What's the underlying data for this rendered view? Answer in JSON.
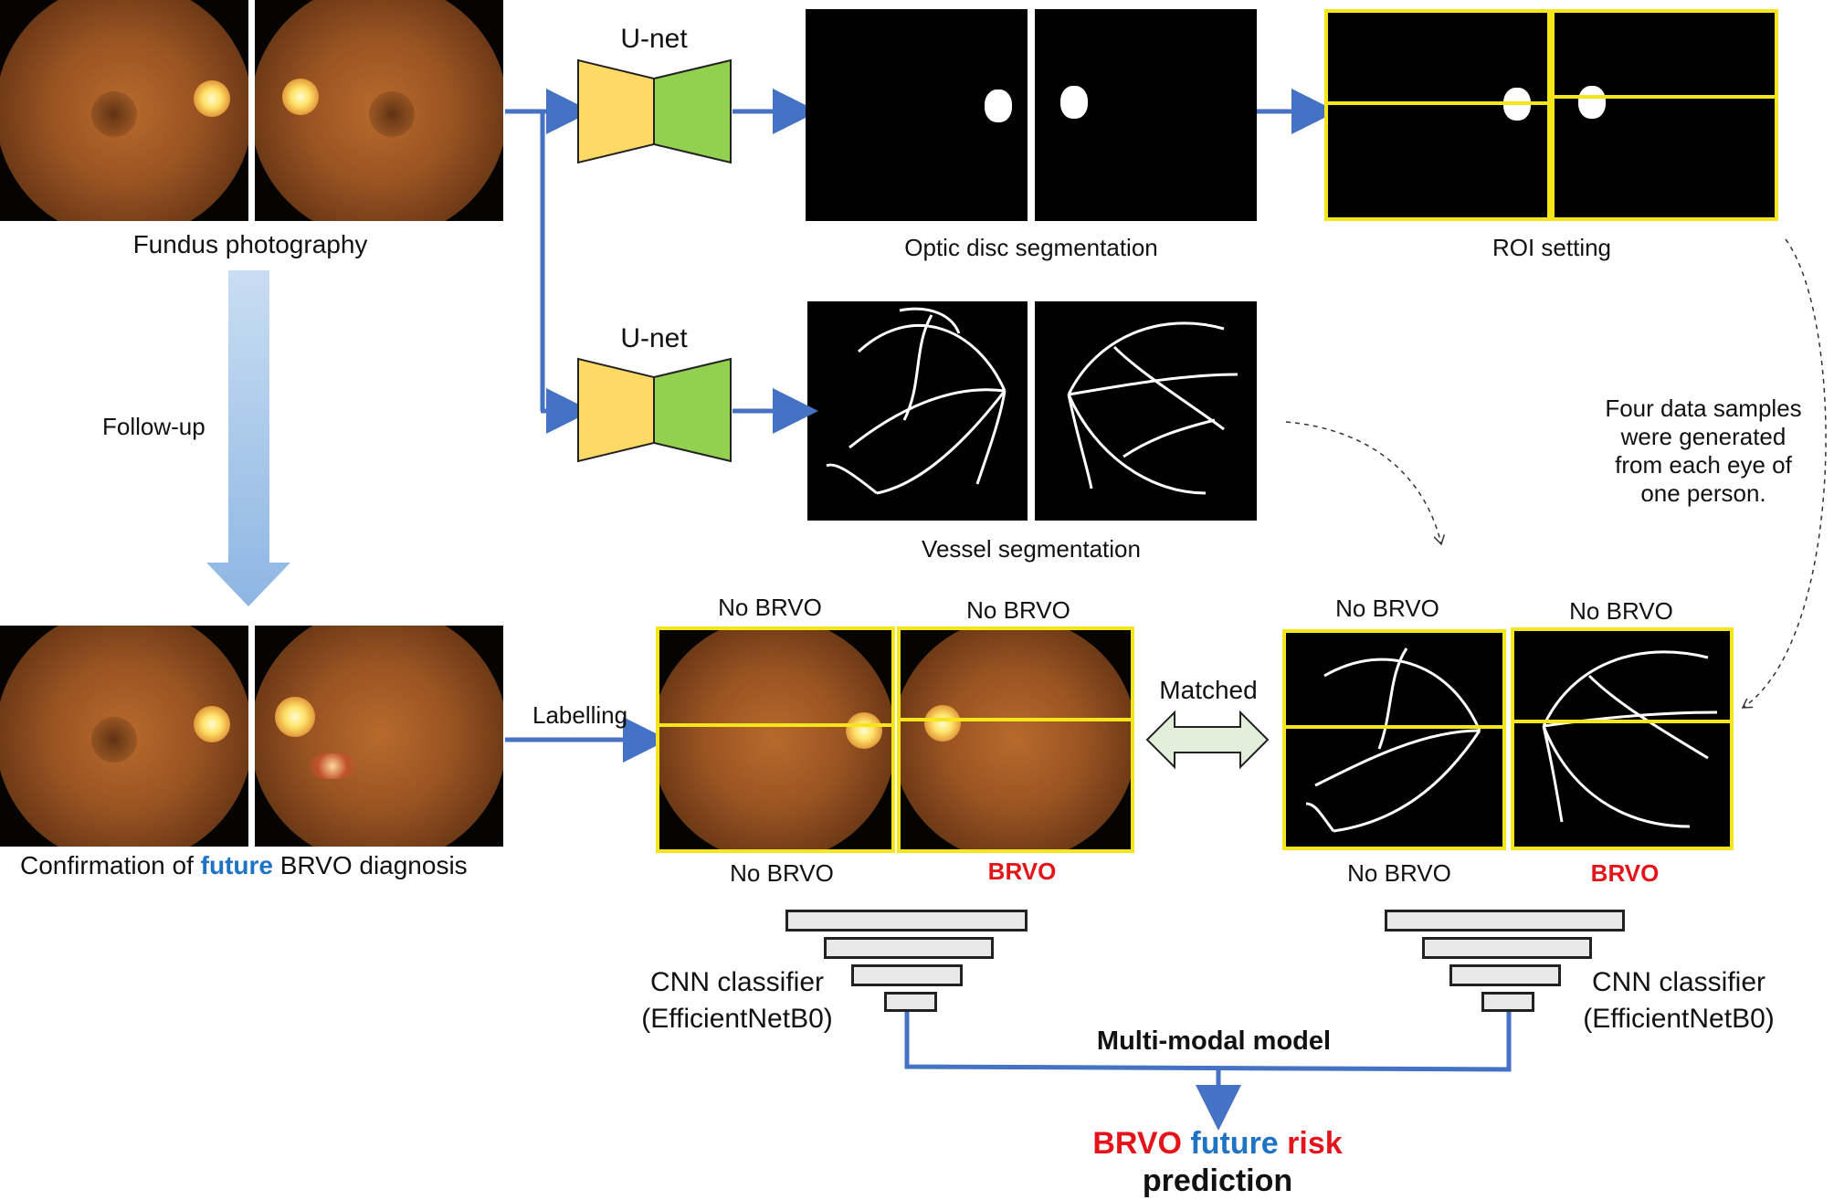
{
  "labels": {
    "unet_top": "U-net",
    "unet_bottom": "U-net",
    "fundus_photography": "Fundus photography",
    "follow_up": "Follow-up",
    "confirmation_pre": "Confirmation of ",
    "confirmation_future": "future",
    "confirmation_post": " BRVO diagnosis",
    "optic_disc_segmentation": "Optic disc segmentation",
    "roi_setting": "ROI setting",
    "vessel_segmentation": "Vessel segmentation",
    "four_samples": [
      "Four data samples",
      "were generated",
      "from each eye of",
      "one person."
    ],
    "labelling": "Labelling",
    "matched": "Matched",
    "no_brvo_top_left": "No BRVO",
    "no_brvo_top_right": "No BRVO",
    "no_brvo_bottom_left": "No BRVO",
    "brvo_bottom_left": "BRVO",
    "no_brvo_vessel_top_left": "No BRVO",
    "no_brvo_vessel_top_right": "No BRVO",
    "no_brvo_vessel_bottom_left": "No BRVO",
    "brvo_vessel_bottom": "BRVO",
    "cnn_left_1": "CNN classifier",
    "cnn_left_2": "(EfficientNetB0)",
    "cnn_right_1": "CNN classifier",
    "cnn_right_2": "(EfficientNetB0)",
    "multimodal": "Multi-modal model",
    "result_brvo": "BRVO",
    "result_future": "future",
    "result_risk": "risk",
    "result_prediction": "prediction"
  },
  "colors": {
    "arrow": "#4472c4",
    "encoder": "#ffd966",
    "decoder": "#92d050",
    "roi_yellow": "#f5e61b",
    "brvo_red": "#e3151b",
    "future_blue": "#1f73c4",
    "followup_arrow": "#9dc3e6",
    "matched_arrow": "#e2efda"
  }
}
